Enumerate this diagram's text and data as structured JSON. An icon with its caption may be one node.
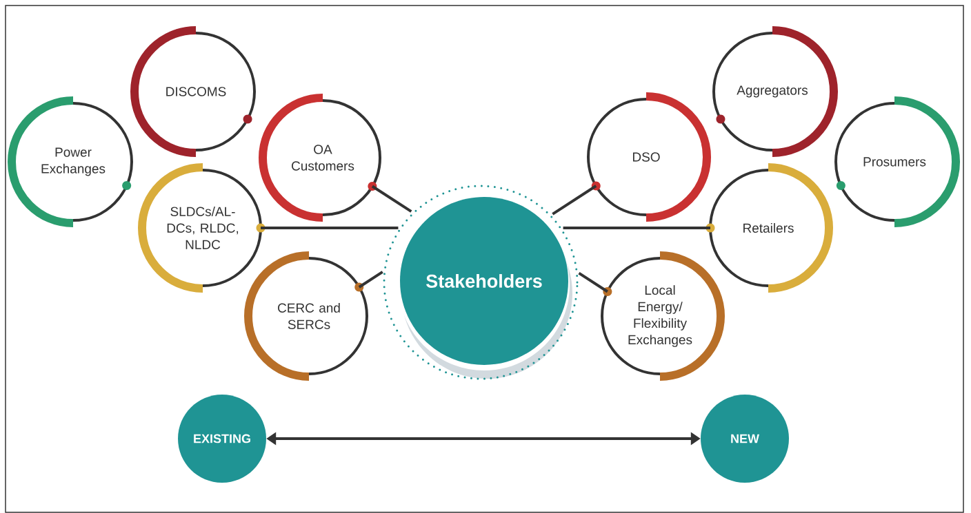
{
  "diagram": {
    "nodes": [
      {
        "text": [
          "Stakeholders"
        ]
      },
      {
        "text": [
          "Power Exchanges"
        ]
      },
      {
        "text": [
          "DISCOMS"
        ]
      },
      {
        "text": [
          "OA Customers"
        ]
      },
      {
        "text": [
          "SLDCs/AL-DCs, RLDC, NLDC"
        ]
      },
      {
        "text": [
          "CERC and SERCs"
        ]
      },
      {
        "text": [
          "DSO"
        ]
      },
      {
        "text": [
          "Aggregators"
        ]
      },
      {
        "text": [
          "Prosumers"
        ]
      },
      {
        "text": [
          "Retailers"
        ]
      },
      {
        "text": [
          "Local Energy/ Flexibility Exchanges"
        ]
      },
      {
        "text": [
          "EXISTING"
        ]
      },
      {
        "text": [
          "NEW"
        ]
      }
    ],
    "edges": [
      {
        "from": 3,
        "to": 0,
        "arrow": "none"
      },
      {
        "from": 4,
        "to": 0,
        "arrow": "none"
      },
      {
        "from": 5,
        "to": 0,
        "arrow": "none"
      },
      {
        "from": 6,
        "to": 0,
        "arrow": "none"
      },
      {
        "from": 9,
        "to": 0,
        "arrow": "none"
      },
      {
        "from": 10,
        "to": 0,
        "arrow": "none"
      },
      {
        "from": 11,
        "to": 12,
        "arrow": "both"
      }
    ]
  }
}
